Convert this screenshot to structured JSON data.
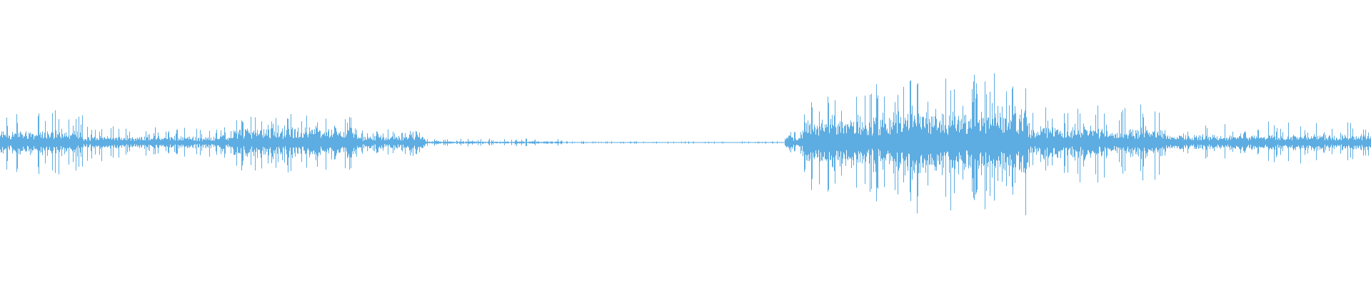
{
  "waveform": {
    "color": "#5dade2",
    "background": "#ffffff",
    "segments": [
      {
        "start": 0.0,
        "end": 0.06,
        "amp_low": 0.1,
        "amp_high": 0.24
      },
      {
        "start": 0.06,
        "end": 0.17,
        "amp_low": 0.05,
        "amp_high": 0.14
      },
      {
        "start": 0.17,
        "end": 0.26,
        "amp_low": 0.12,
        "amp_high": 0.23
      },
      {
        "start": 0.26,
        "end": 0.31,
        "amp_low": 0.05,
        "amp_high": 0.1
      },
      {
        "start": 0.31,
        "end": 0.41,
        "amp_low": 0.01,
        "amp_high": 0.03
      },
      {
        "start": 0.41,
        "end": 0.572,
        "amp_low": 0.003,
        "amp_high": 0.01
      },
      {
        "start": 0.572,
        "end": 0.585,
        "amp_low": 0.05,
        "amp_high": 0.1
      },
      {
        "start": 0.585,
        "end": 0.65,
        "amp_low": 0.2,
        "amp_high": 0.45
      },
      {
        "start": 0.65,
        "end": 0.75,
        "amp_low": 0.25,
        "amp_high": 0.55
      },
      {
        "start": 0.75,
        "end": 0.85,
        "amp_low": 0.12,
        "amp_high": 0.3
      },
      {
        "start": 0.85,
        "end": 1.0,
        "amp_low": 0.06,
        "amp_high": 0.16
      }
    ]
  }
}
